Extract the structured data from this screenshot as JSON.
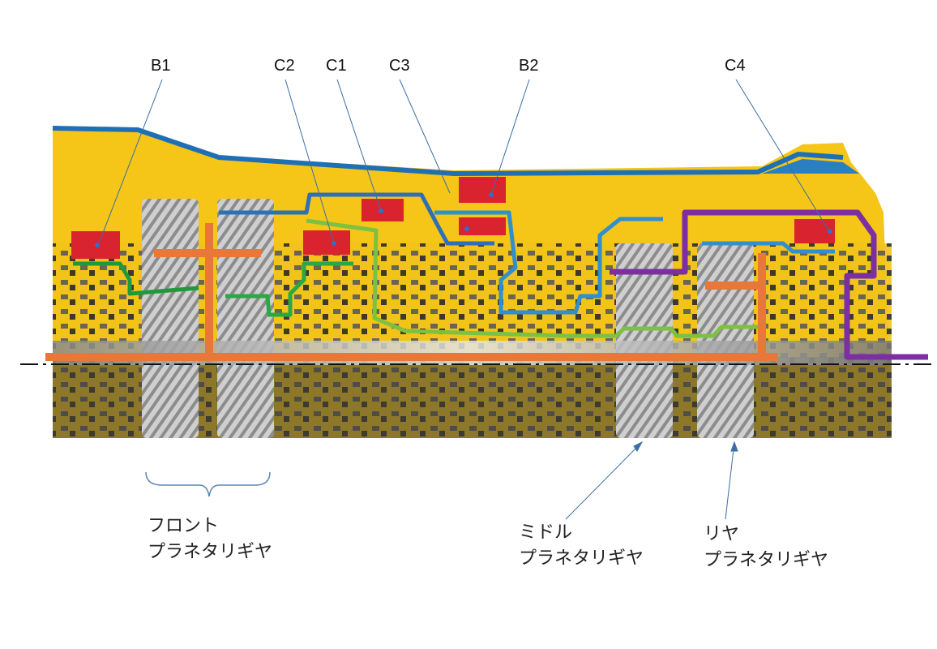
{
  "callouts": {
    "b1": "B1",
    "c2": "C2",
    "c1": "C1",
    "c3": "C3",
    "b2": "B2",
    "c4": "C4"
  },
  "captions": {
    "front_line1": "フロント",
    "front_line2": "プラネタリギヤ",
    "middle_line1": "ミドル",
    "middle_line2": "プラネタリギヤ",
    "rear_line1": "リヤ",
    "rear_line2": "プラネタリギヤ"
  },
  "colors": {
    "housing_yellow": "#f5c518",
    "coolant_blue": "#1f6fb5",
    "path_green_dark": "#1f9a3a",
    "path_green_light": "#7cc142",
    "path_blue": "#2f8fd0",
    "path_purple": "#7b2fa3",
    "path_orange": "#e8773a",
    "clutch_red": "#d9232e",
    "leader_line": "#3a6ea5"
  }
}
